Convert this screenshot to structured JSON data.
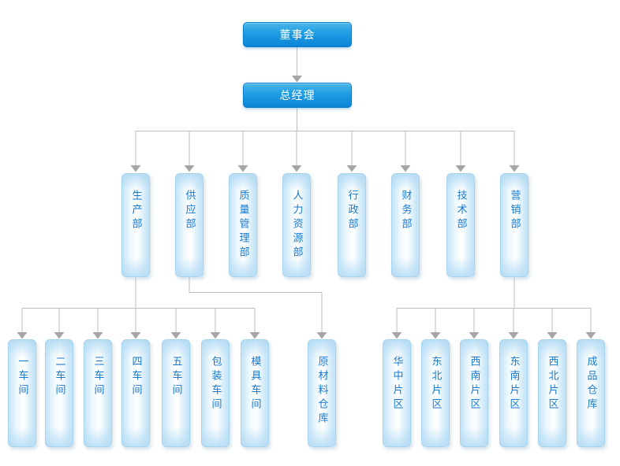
{
  "colors": {
    "executive_node_blue": "#0b84d8",
    "executive_node_blue_light": "#4ab7ea",
    "department_node_fill": "#cfe9f8",
    "department_node_border": "#a9d4ee",
    "label_blue": "#1679cf",
    "executive_label_white": "#ffffff",
    "connector_gray": "#bbbbbb",
    "arrowhead_gray": "#a6a6a6"
  },
  "nodes": {
    "board": "董事会",
    "general_manager": "总经理",
    "departments": [
      "生产部",
      "供应部",
      "质量管理部",
      "人力资源部",
      "行政部",
      "财务部",
      "技术部",
      "营销部"
    ],
    "production_units": [
      "一车间",
      "二车间",
      "三车间",
      "四车间",
      "五车间",
      "包装车间",
      "模具车间"
    ],
    "supply_units": [
      "原材料仓库"
    ],
    "marketing_units": [
      "华中片区",
      "东北片区",
      "西南片区",
      "东南片区",
      "西北片区",
      "成品仓库"
    ]
  }
}
